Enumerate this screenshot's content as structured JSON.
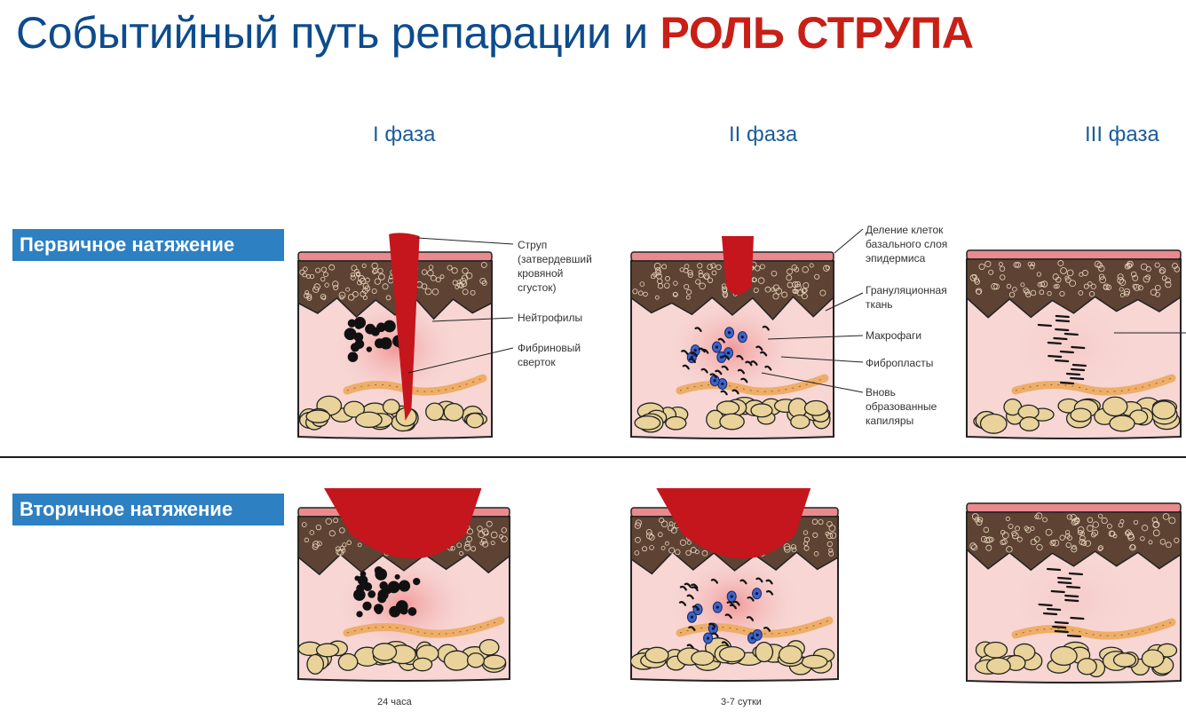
{
  "title": {
    "main": "Событийный путь репарации и ",
    "accent": "РОЛЬ СТРУПА"
  },
  "phases": [
    "I фаза",
    "II фаза",
    "III фаза"
  ],
  "rows": {
    "primary": "Первичное натяжение",
    "secondary": "Вторичное натяжение"
  },
  "callouts": {
    "phase1": [
      "Струп\n(затвердевший\nкровяной\nсгусток)",
      "Нейтрофилы",
      "Фибриновый\nсверток"
    ],
    "phase2": [
      "Деление клеток\nбазального слоя\nэпидермиса",
      "Грануляционная\nткань",
      "Макрофаги",
      "Фибропласты",
      "Вновь\nобразованные\nкапиляры"
    ]
  },
  "times": [
    "24 часа",
    "3-7 сутки"
  ],
  "colors": {
    "title_blue": "#0d4b8c",
    "title_red": "#c81f17",
    "label_bg": "#2d80c2",
    "scab": "#c4161c",
    "dermis": "#f7d6d4",
    "epidermis": "#5e4334",
    "fat": "#e9d39a",
    "capillary": "#eeae68",
    "macrophage": "#3f63c9"
  }
}
